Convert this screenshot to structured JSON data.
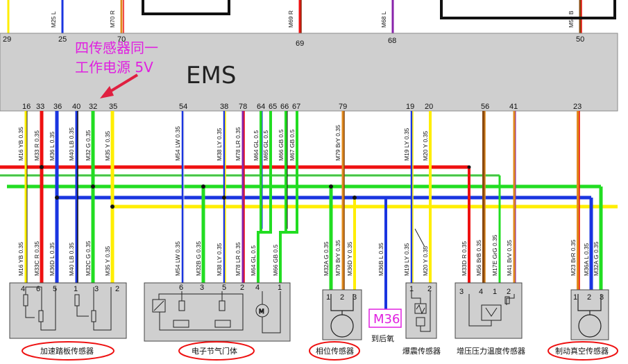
{
  "ecu": {
    "label": "EMS"
  },
  "annotation": {
    "line1": "四传感器同一",
    "line2": "工作电源 5V"
  },
  "top_stubs": [
    {
      "pin": "29",
      "label": ""
    },
    {
      "pin": "25",
      "label": "M25 L"
    },
    {
      "pin": "70",
      "label": "M70 R"
    },
    {
      "pin": "69",
      "label": "M69 R"
    },
    {
      "pin": "68",
      "label": "M68 L"
    },
    {
      "pin": "50",
      "label": "M50 B"
    }
  ],
  "ecu_pins": [
    "16",
    "33",
    "36",
    "40",
    "32",
    "35",
    "54",
    "38",
    "78",
    "64",
    "65",
    "66",
    "67",
    "79",
    "19",
    "20",
    "56",
    "41",
    "23"
  ],
  "wire_labels_upper": [
    "M16 YB 0.35",
    "M33 R 0.35",
    "M36 L 0.35",
    "M40 LB 0.35",
    "M32 G 0.35",
    "M35 Y 0.35",
    "M54 LW 0.35",
    "M38 LY 0.35",
    "M78 LR 0.35",
    "M64 GL 0.5",
    "M65 GL 0.5",
    "M66 GB 0.5",
    "M67 GB 0.5",
    "M79 BrY 0.35",
    "M19 LY 0.35",
    "M20 Y 0.35"
  ],
  "wire_labels_lower": [
    "M16 YB 0.35",
    "M33C R 0.35",
    "M36D L 0.35",
    "M40 LB 0.35",
    "M32C G 0.35",
    "M35 Y 0.35",
    "M54 LW 0.35",
    "M32B G 0.35",
    "M38 LY 0.35",
    "M78 LR 0.35",
    "M64 GL 0.5",
    "M66 GB 0.5",
    "M32A G 0.35",
    "M79 BrY 0.35",
    "M36D Y 0.35",
    "M36B L 0.35",
    "M19 LY 0.35",
    "M20 Y 0.35",
    "M33D R 0.35",
    "M56 BrB 0.35",
    "M17E GrG 0.35",
    "M41 BrV 0.35",
    "M23 BrR 0.35",
    "M36A L 0.35",
    "M32A G 0.35"
  ],
  "connector_pins": {
    "pedal": [
      "4",
      "6",
      "5",
      "1",
      "3",
      "2"
    ],
    "throttle": [
      "6",
      "3",
      "5",
      "2",
      "4",
      "1"
    ],
    "phase": [
      "1",
      "2",
      "3"
    ],
    "knock": [
      "1",
      "2"
    ],
    "boost": [
      "3",
      "4",
      "1",
      "2"
    ],
    "vacuum": [
      "1",
      "2",
      "3"
    ]
  },
  "ground_box": {
    "label": "M36"
  },
  "captions": {
    "pedal": "加速踏板传感器",
    "throttle": "电子节气门体",
    "phase": "相位传感器",
    "ground": "到后氧",
    "knock": "爆震传感器",
    "boost": "增压压力温度传感器",
    "vacuum": "制动真空传感器"
  },
  "colors": {
    "ecu_fill": "#cfcfcf",
    "yellow": "#ffee00",
    "red": "#ee1111",
    "blue": "#1a35e0",
    "green": "#22dd22",
    "purple": "#8822aa",
    "orange": "#e08a1e",
    "brown": "#8a4a10",
    "annotation": "#e020e0"
  }
}
